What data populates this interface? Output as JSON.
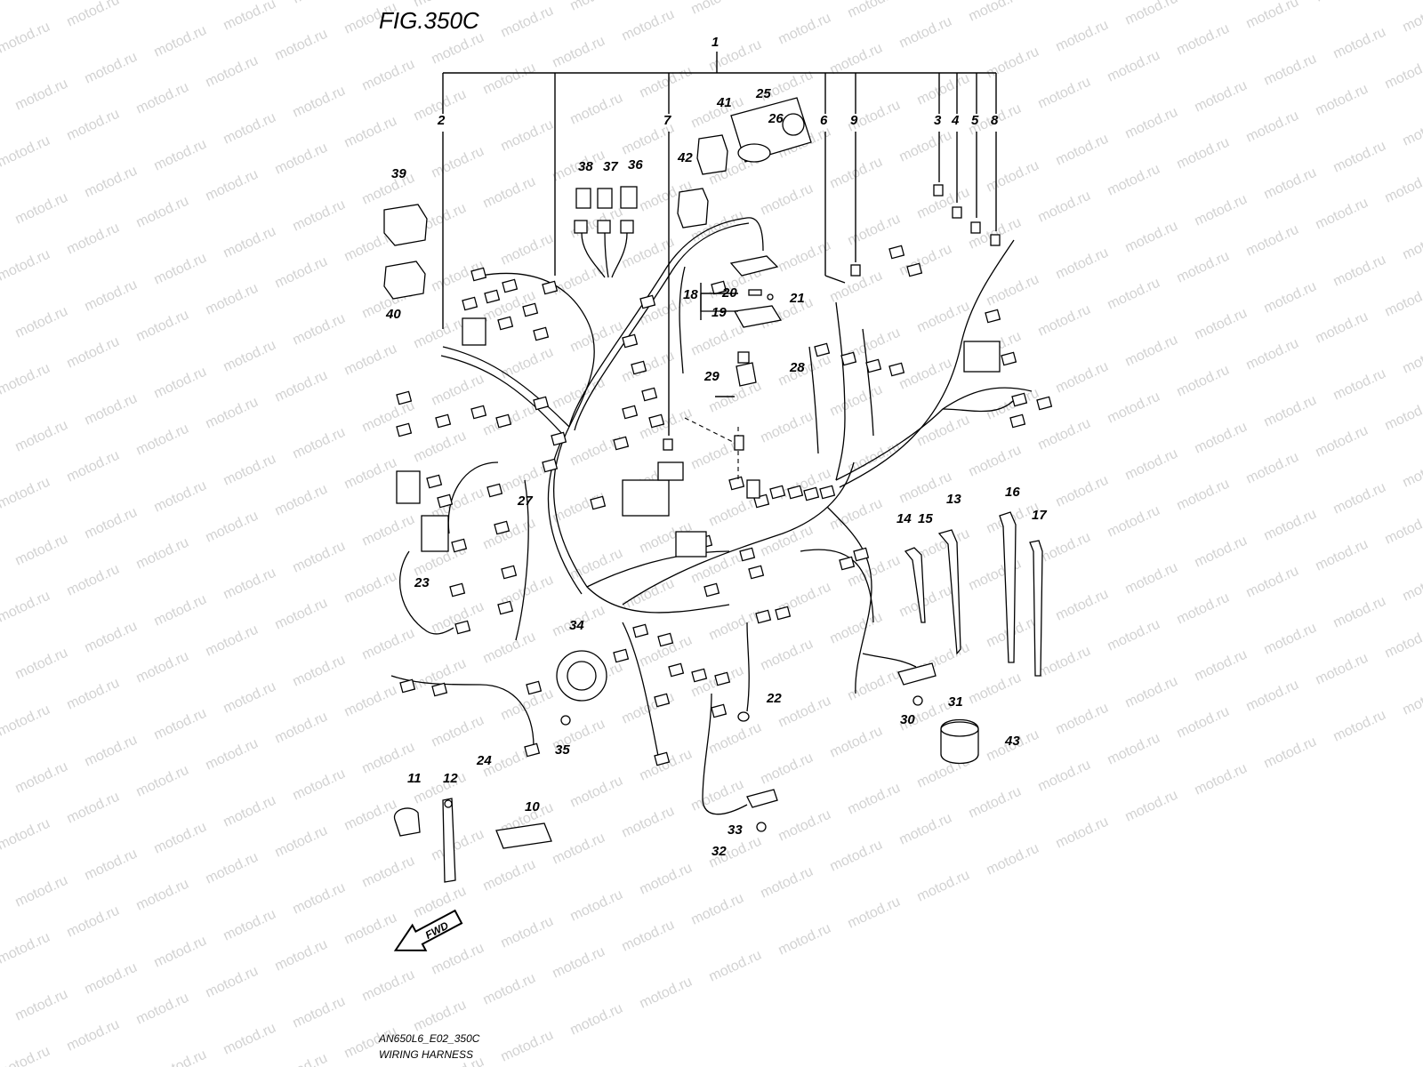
{
  "figure": {
    "title": "FIG.350C",
    "code": "AN650L6_E02_350C",
    "name": "WIRING HARNESS",
    "fwd_label": "FWD"
  },
  "watermark": {
    "text": "motod.ru"
  },
  "callouts": [
    {
      "id": "c1",
      "text": "1"
    },
    {
      "id": "c2",
      "text": "2"
    },
    {
      "id": "c3",
      "text": "3"
    },
    {
      "id": "c4",
      "text": "4"
    },
    {
      "id": "c5",
      "text": "5"
    },
    {
      "id": "c6",
      "text": "6"
    },
    {
      "id": "c7",
      "text": "7"
    },
    {
      "id": "c8",
      "text": "8"
    },
    {
      "id": "c9",
      "text": "9"
    },
    {
      "id": "c10",
      "text": "10"
    },
    {
      "id": "c11",
      "text": "11"
    },
    {
      "id": "c12",
      "text": "12"
    },
    {
      "id": "c13",
      "text": "13"
    },
    {
      "id": "c14",
      "text": "14"
    },
    {
      "id": "c15",
      "text": "15"
    },
    {
      "id": "c16",
      "text": "16"
    },
    {
      "id": "c17",
      "text": "17"
    },
    {
      "id": "c18",
      "text": "18"
    },
    {
      "id": "c19",
      "text": "19"
    },
    {
      "id": "c20",
      "text": "20"
    },
    {
      "id": "c21",
      "text": "21"
    },
    {
      "id": "c22",
      "text": "22"
    },
    {
      "id": "c23",
      "text": "23"
    },
    {
      "id": "c24",
      "text": "24"
    },
    {
      "id": "c25",
      "text": "25"
    },
    {
      "id": "c26",
      "text": "26"
    },
    {
      "id": "c27",
      "text": "27"
    },
    {
      "id": "c28",
      "text": "28"
    },
    {
      "id": "c29",
      "text": "29"
    },
    {
      "id": "c30",
      "text": "30"
    },
    {
      "id": "c31",
      "text": "31"
    },
    {
      "id": "c32",
      "text": "32"
    },
    {
      "id": "c33",
      "text": "33"
    },
    {
      "id": "c34",
      "text": "34"
    },
    {
      "id": "c35",
      "text": "35"
    },
    {
      "id": "c36",
      "text": "36"
    },
    {
      "id": "c37",
      "text": "37"
    },
    {
      "id": "c38",
      "text": "38"
    },
    {
      "id": "c39",
      "text": "39"
    },
    {
      "id": "c40",
      "text": "40"
    },
    {
      "id": "c41",
      "text": "41"
    },
    {
      "id": "c42",
      "text": "42"
    },
    {
      "id": "c43",
      "text": "43"
    }
  ]
}
